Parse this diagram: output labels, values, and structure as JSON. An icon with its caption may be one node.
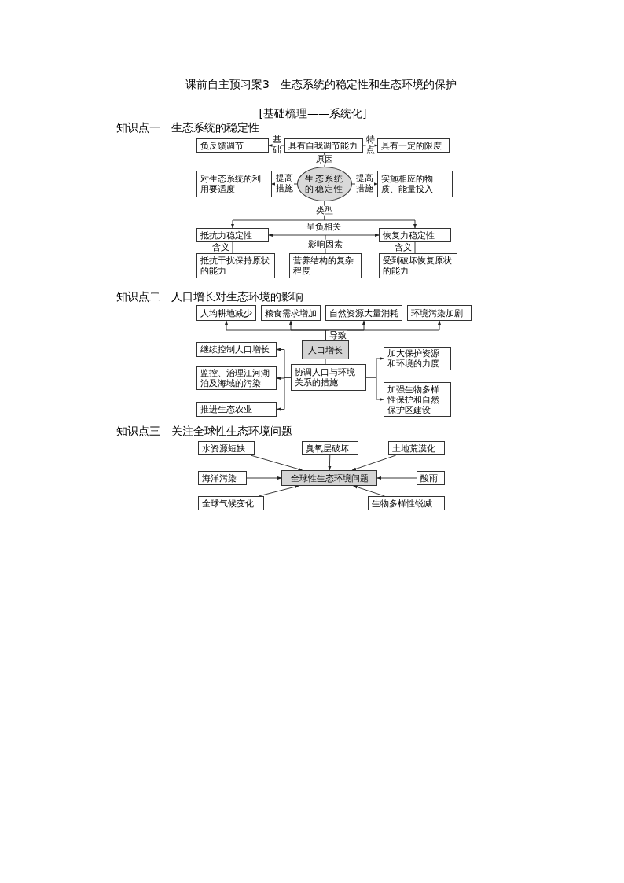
{
  "diagram": {
    "title": "课前自主预习案3　生态系统的稳定性和生态环境的保护",
    "nodes": [
      {
        "text": [
          "负反馈调节"
        ]
      },
      {
        "text": [
          "具有自我调节能力"
        ]
      },
      {
        "text": [
          "具有一定的限度"
        ]
      },
      {
        "text": [
          "生态系统的稳定性"
        ]
      },
      {
        "text": [
          "对生态系统的利用要适度"
        ]
      },
      {
        "text": [
          "实施相应的物质、能量投入"
        ]
      },
      {
        "text": [
          "抵抗力稳定性"
        ]
      },
      {
        "text": [
          "恢复力稳定性"
        ]
      },
      {
        "text": [
          "抵抗干扰保持原状的能力"
        ]
      },
      {
        "text": [
          "营养结构的复杂程度"
        ]
      },
      {
        "text": [
          "受到破坏恢复原状的能力"
        ]
      },
      {
        "text": [
          "人均耕地减少"
        ]
      },
      {
        "text": [
          "粮食需求增加"
        ]
      },
      {
        "text": [
          "自然资源大量消耗"
        ]
      },
      {
        "text": [
          "环境污染加剧"
        ]
      },
      {
        "text": [
          "人口增长"
        ]
      },
      {
        "text": [
          "协调人口与环境关系的措施"
        ]
      },
      {
        "text": [
          "继续控制人口增长"
        ]
      },
      {
        "text": [
          "监控、治理江河湖泊及海域的污染"
        ]
      },
      {
        "text": [
          "推进生态农业"
        ]
      },
      {
        "text": [
          "加大保护资源和环境的力度"
        ]
      },
      {
        "text": [
          "加强生物多样性保护和自然保护区建设"
        ]
      },
      {
        "text": [
          "水资源短缺"
        ]
      },
      {
        "text": [
          "臭氧层破坏"
        ]
      },
      {
        "text": [
          "土地荒漠化"
        ]
      },
      {
        "text": [
          "海洋污染"
        ]
      },
      {
        "text": [
          "全球性生态环境问题"
        ]
      },
      {
        "text": [
          "酸雨"
        ]
      },
      {
        "text": [
          "全球气候变化"
        ]
      },
      {
        "text": [
          "生物多样性锐减"
        ]
      }
    ],
    "edges": [
      {
        "from": 1,
        "to": 0,
        "arrow": "to",
        "label": "基础"
      },
      {
        "from": 1,
        "to": 2,
        "arrow": "to",
        "label": "特点"
      },
      {
        "from": 3,
        "to": 1,
        "arrow": "to",
        "label": "原因"
      },
      {
        "from": 3,
        "to": 4,
        "arrow": "to",
        "label": "提高措施"
      },
      {
        "from": 3,
        "to": 5,
        "arrow": "to",
        "label": "提高措施"
      },
      {
        "from": 3,
        "to": 6,
        "arrow": "to",
        "label": "类型"
      },
      {
        "from": 3,
        "to": 7,
        "arrow": "to"
      },
      {
        "from": 6,
        "to": 7,
        "arrow": "both",
        "label": "呈负相关"
      },
      {
        "from": 6,
        "to": 8,
        "arrow": "none",
        "label": "含义"
      },
      {
        "from": 7,
        "to": 10,
        "arrow": "none",
        "label": "含义"
      },
      {
        "from": 9,
        "to": null,
        "arrow": "none",
        "label": "影响因素"
      },
      {
        "from": 15,
        "to": 11,
        "arrow": "to",
        "label": "导致"
      },
      {
        "from": 15,
        "to": 12,
        "arrow": "to"
      },
      {
        "from": 15,
        "to": 13,
        "arrow": "to"
      },
      {
        "from": 15,
        "to": 14,
        "arrow": "to"
      },
      {
        "from": 15,
        "to": 16,
        "arrow": "none"
      },
      {
        "from": 16,
        "to": 17,
        "arrow": "to"
      },
      {
        "from": 16,
        "to": 18,
        "arrow": "to"
      },
      {
        "from": 16,
        "to": 19,
        "arrow": "to"
      },
      {
        "from": 16,
        "to": 20,
        "arrow": "to"
      },
      {
        "from": 16,
        "to": 21,
        "arrow": "to"
      },
      {
        "from": 22,
        "to": 26,
        "arrow": "to"
      },
      {
        "from": 23,
        "to": 26,
        "arrow": "to"
      },
      {
        "from": 24,
        "to": 26,
        "arrow": "to"
      },
      {
        "from": 25,
        "to": 26,
        "arrow": "to"
      },
      {
        "from": 27,
        "to": 26,
        "arrow": "to"
      },
      {
        "from": 28,
        "to": 26,
        "arrow": "to"
      },
      {
        "from": 29,
        "to": 26,
        "arrow": "to"
      }
    ],
    "labels": [
      "[基础梳理——系统化]",
      "知识点一　生态系统的稳定性",
      "知识点二　人口增长对生态环境的影响",
      "知识点三　关注全球性生态环境问题"
    ]
  }
}
